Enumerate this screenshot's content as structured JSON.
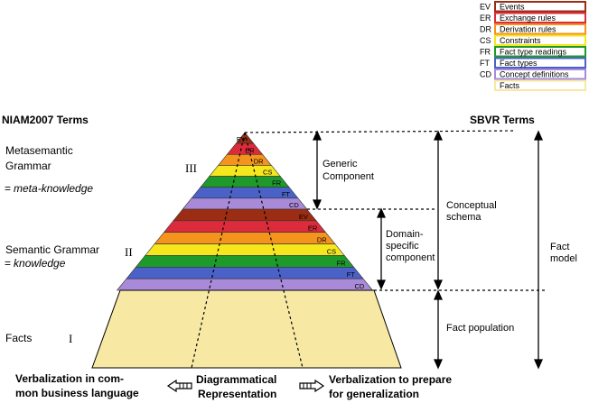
{
  "legend": {
    "items": [
      {
        "code": "EV",
        "label": "Events",
        "color": "#9b2d14"
      },
      {
        "code": "ER",
        "label": "Exchange rules",
        "color": "#dc2c3c"
      },
      {
        "code": "DR",
        "label": "Derivation rules",
        "color": "#f5941c"
      },
      {
        "code": "CS",
        "label": "Constraints",
        "color": "#f5e61e"
      },
      {
        "code": "FR",
        "label": "Fact type readings",
        "color": "#1e9a2a"
      },
      {
        "code": "FT",
        "label": "Fact types",
        "color": "#4a62c8"
      },
      {
        "code": "CD",
        "label": "Concept definitions",
        "color": "#a98ad9"
      },
      {
        "code": "",
        "label": "Facts",
        "color": "#f7e9a4"
      }
    ]
  },
  "headings": {
    "left": "NIAM2007 Terms",
    "right": "SBVR Terms"
  },
  "left_labels": {
    "metasemantic_l1": "Metasemantic",
    "metasemantic_l2": "Grammar",
    "meta_eq": "=",
    "meta_knowledge": "meta-knowledge",
    "semantic_l1": "Semantic Grammar",
    "semantic_eq": "=",
    "semantic_knowledge": "knowledge",
    "facts": "Facts"
  },
  "roman": {
    "iii": "III",
    "ii": "II",
    "i": "I"
  },
  "levels": {
    "upper": [
      "EV",
      "ER",
      "DR",
      "CS",
      "FR",
      "FT",
      "CD"
    ],
    "lower": [
      "EV",
      "ER",
      "DR",
      "CS",
      "FR",
      "FT",
      "CD"
    ]
  },
  "right_labels": {
    "generic_l1": "Generic",
    "generic_l2": "Component",
    "domain_l1": "Domain-",
    "domain_l2": "specific",
    "domain_l3": "component",
    "conceptual_l1": "Conceptual",
    "conceptual_l2": "schema",
    "fact_model_l1": "Fact",
    "fact_model_l2": "model",
    "fact_population": "Fact population"
  },
  "bottom": {
    "left_l1": "Verbalization in com-",
    "left_l2": "mon business language",
    "center_l1": "Diagrammatical",
    "center_l2": "Representation",
    "right_l1": "Verbalization to prepare",
    "right_l2": "for generalization"
  }
}
